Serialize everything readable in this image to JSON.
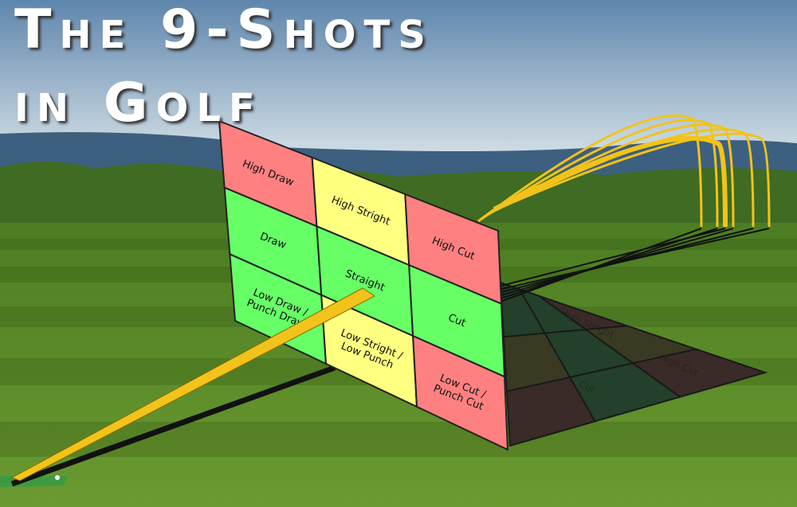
{
  "title": {
    "line1": "The 9-Shots",
    "line2": "in Golf"
  },
  "grid": {
    "rows": [
      [
        "High Draw",
        "High Stright",
        "High Cut"
      ],
      [
        "Draw",
        "Straight",
        "Cut"
      ],
      [
        "Low Draw / Punch Draw",
        "Low Stright / Low Punch",
        "Low Cut / Punch Cut"
      ]
    ],
    "row_colors": [
      [
        "#ff8080",
        "#ffff80",
        "#ff8080"
      ],
      [
        "#66ff66",
        "#66ff66",
        "#66ff66"
      ],
      [
        "#66ff66",
        "#ffff80",
        "#ff8080"
      ]
    ]
  },
  "shadow_labels": [
    "High Stright",
    "High Cut",
    "Cut"
  ],
  "colors": {
    "sky": "#a9c4dc",
    "grass": "#5a8a2a",
    "trajectory": "#f2c31a"
  }
}
